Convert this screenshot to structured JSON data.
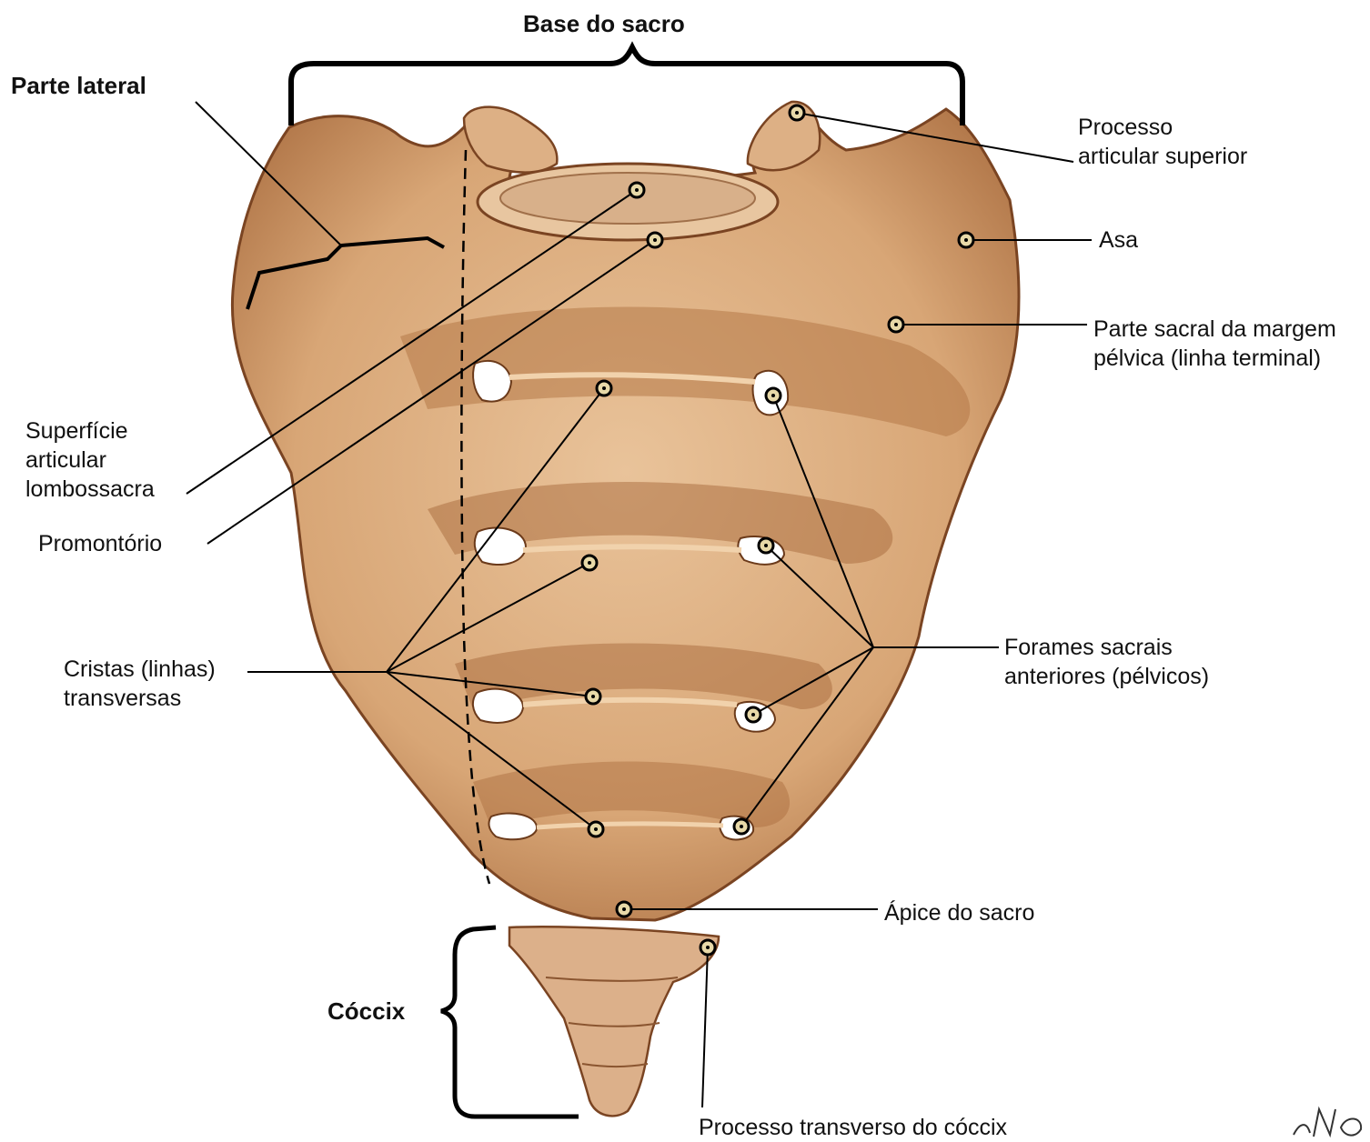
{
  "labels": {
    "base_sacro": "Base do sacro",
    "parte_lateral": "Parte lateral",
    "processo_articular": "Processo\narticular superior",
    "asa": "Asa",
    "margem_pelvica": "Parte sacral da margem\npélvica (linha terminal)",
    "superficie_articular": "Superfície\narticular\nlombossacra",
    "promontorio": "Promontório",
    "cristas": "Cristas (linhas)\ntransversas",
    "forames": "Forames sacrais\nanteriores (pélvicos)",
    "apice": "Ápice do sacro",
    "coccix": "Cóccix",
    "processo_transverso": "Processo transverso do cóccix"
  },
  "colors": {
    "bone": "#d9a878",
    "bone_light": "#ebc49a",
    "bone_dark": "#9a5a32",
    "outline": "#6b3a1a",
    "line": "#000000",
    "foramen": "#ffffff"
  }
}
